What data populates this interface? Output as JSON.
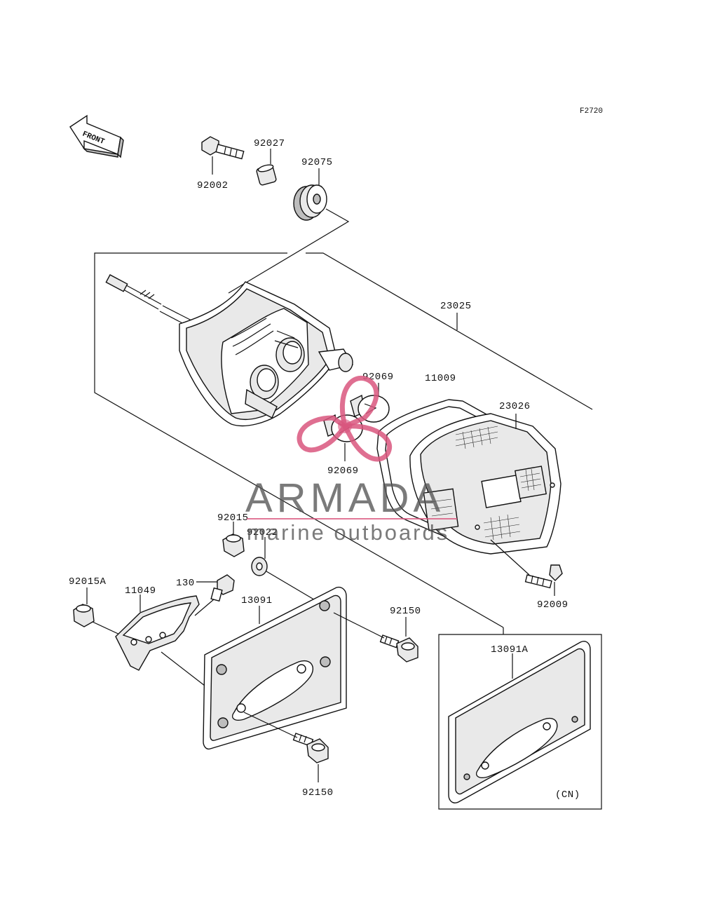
{
  "figure_code": "F2720",
  "front_label": "FRONT",
  "watermark": {
    "brand": "ARMADA",
    "tagline": "marine outboards",
    "colors": {
      "accent": "#d9567e",
      "text": "#555555"
    }
  },
  "parts": [
    {
      "id": "92002",
      "label": "92002"
    },
    {
      "id": "92027",
      "label": "92027"
    },
    {
      "id": "92075",
      "label": "92075"
    },
    {
      "id": "23025",
      "label": "23025"
    },
    {
      "id": "92069-upper",
      "label": "92069"
    },
    {
      "id": "11009",
      "label": "11009"
    },
    {
      "id": "23026",
      "label": "23026"
    },
    {
      "id": "92069-lower",
      "label": "92069"
    },
    {
      "id": "92015",
      "label": "92015"
    },
    {
      "id": "92022",
      "label": "92022"
    },
    {
      "id": "92015A",
      "label": "92015A"
    },
    {
      "id": "11049",
      "label": "11049"
    },
    {
      "id": "130",
      "label": "130"
    },
    {
      "id": "13091",
      "label": "13091"
    },
    {
      "id": "92150-right",
      "label": "92150"
    },
    {
      "id": "92009",
      "label": "92009"
    },
    {
      "id": "13091A",
      "label": "13091A"
    },
    {
      "id": "92150-bottom",
      "label": "92150"
    }
  ],
  "variant_note": "(CN)"
}
